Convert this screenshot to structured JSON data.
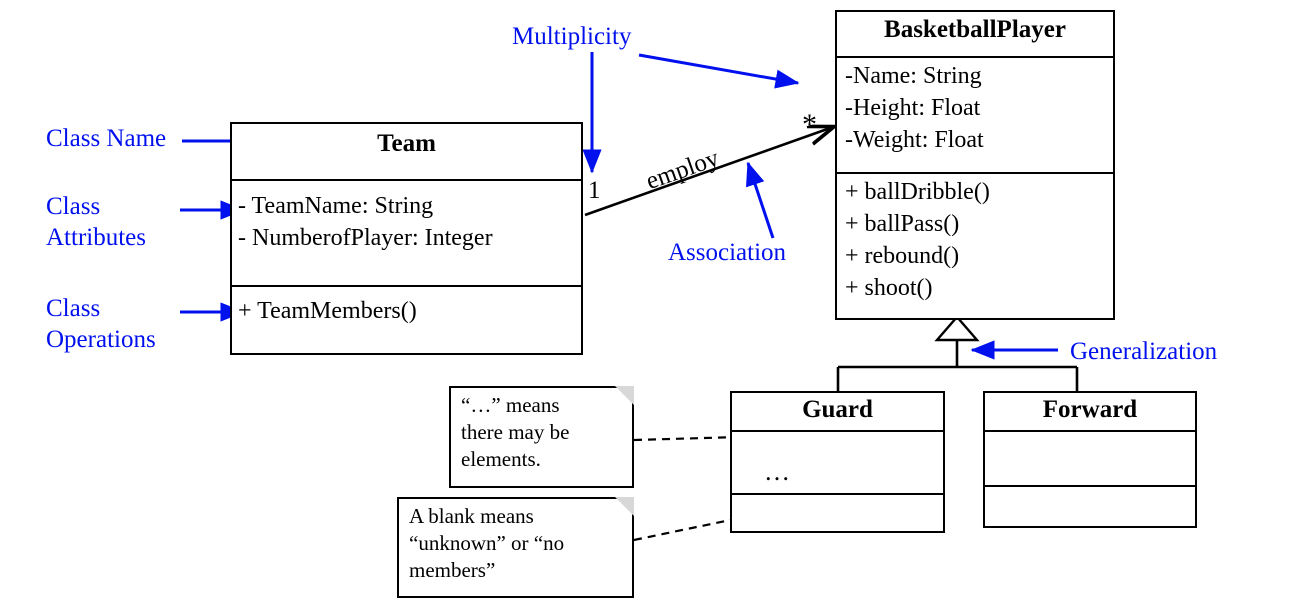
{
  "diagram": {
    "type": "uml-class-diagram",
    "title": "Basketball UML class diagram with annotations",
    "accent_color": "#0011ee",
    "line_color": "#000000"
  },
  "classes": {
    "team": {
      "name": "Team",
      "attributes": [
        "- TeamName: String",
        "- NumberofPlayer: Integer"
      ],
      "operations": [
        "+ TeamMembers()"
      ]
    },
    "basketball_player": {
      "name": "BasketballPlayer",
      "attributes": [
        "-Name: String",
        "-Height: Float",
        "-Weight: Float"
      ],
      "operations": [
        "+ ballDribble()",
        "+ ballPass()",
        "+ rebound()",
        "+ shoot()"
      ]
    },
    "guard": {
      "name": "Guard",
      "attributes": [
        "…"
      ],
      "operations": []
    },
    "forward": {
      "name": "Forward",
      "attributes": [],
      "operations": []
    }
  },
  "association": {
    "label": "employ",
    "source_multiplicity": "1",
    "target_multiplicity": "*"
  },
  "annotations": {
    "class_name": "Class Name",
    "class_attributes": "Class\nAttributes",
    "class_operations": "Class\nOperations",
    "multiplicity": "Multiplicity",
    "association": "Association",
    "generalization": "Generalization"
  },
  "notes": {
    "ellipsis_note": "“…” means\nthere may be\nelements.",
    "blank_note": "A blank means\n“unknown” or “no\nmembers”"
  }
}
